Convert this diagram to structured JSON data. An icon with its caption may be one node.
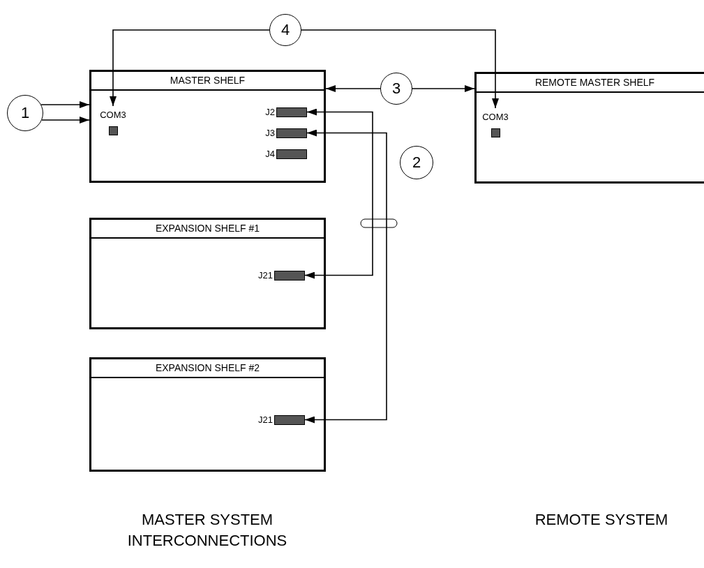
{
  "diagram": {
    "nodes": [
      {
        "text": [
          "4"
        ]
      },
      {
        "text": [
          "MASTER SHELF"
        ]
      },
      {
        "text": [
          "COM3"
        ],
        "in": 1
      },
      {
        "text": [
          "J2"
        ],
        "in": 1
      },
      {
        "text": [
          "J3"
        ],
        "in": 1
      },
      {
        "text": [
          "J4"
        ],
        "in": 1
      },
      {
        "text": [
          "3"
        ]
      },
      {
        "text": [
          "REMOTE MASTER SHELF"
        ]
      },
      {
        "text": [
          "COM3"
        ],
        "in": 7
      },
      {
        "text": [
          "1"
        ]
      },
      {
        "text": [
          "2"
        ]
      },
      {
        "text": [
          "EXPANSION SHELF #1"
        ]
      },
      {
        "text": [
          "J21"
        ],
        "in": 11
      },
      {
        "text": [
          "EXPANSION SHELF #2"
        ]
      },
      {
        "text": [
          "J21"
        ],
        "in": 13
      }
    ],
    "edges": [
      {
        "from": 0,
        "to": 2,
        "arrow": "to"
      },
      {
        "from": 0,
        "to": 8,
        "arrow": "to"
      },
      {
        "from": 9,
        "to": 1,
        "arrow": "to"
      },
      {
        "from": 9,
        "to": 1,
        "arrow": "to"
      },
      {
        "from": 6,
        "to": 1,
        "arrow": "to"
      },
      {
        "from": 6,
        "to": 7,
        "arrow": "to"
      },
      {
        "from": 3,
        "to": 12,
        "arrow": "both"
      },
      {
        "from": 4,
        "to": 14,
        "arrow": "both"
      }
    ],
    "labels": [
      "MASTER SYSTEM INTERCONNECTIONS",
      "REMOTE SYSTEM"
    ]
  }
}
